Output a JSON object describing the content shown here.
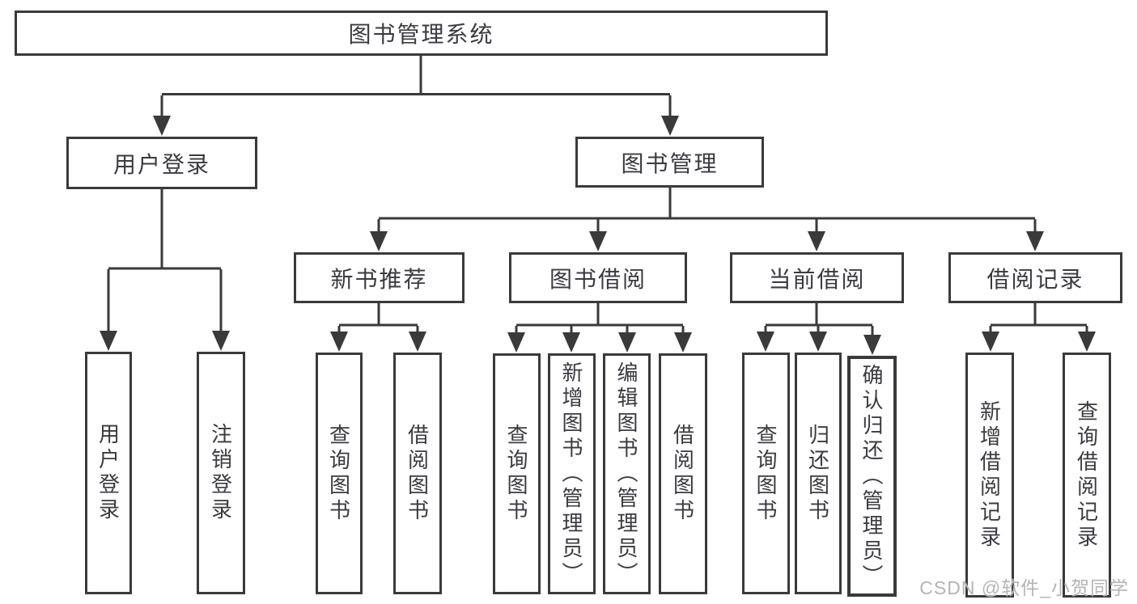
{
  "tree": {
    "root": {
      "label": "图书管理系统",
      "children": [
        {
          "label": "用户登录",
          "children": [
            {
              "label": "用户登录"
            },
            {
              "label": "注销登录"
            }
          ]
        },
        {
          "label": "图书管理",
          "children": [
            {
              "label": "新书推荐",
              "children": [
                {
                  "label": "查询图书"
                },
                {
                  "label": "借阅图书"
                }
              ]
            },
            {
              "label": "图书借阅",
              "children": [
                {
                  "label": "查询图书"
                },
                {
                  "label": "新增图书（管理员）"
                },
                {
                  "label": "编辑图书（管理员）"
                },
                {
                  "label": "借阅图书"
                }
              ]
            },
            {
              "label": "当前借阅",
              "children": [
                {
                  "label": "查询图书"
                },
                {
                  "label": "归还图书"
                },
                {
                  "label": "确认归还（管理员）"
                }
              ]
            },
            {
              "label": "借阅记录",
              "children": [
                {
                  "label": "新增借阅记录"
                },
                {
                  "label": "查询借阅记录"
                }
              ]
            }
          ]
        }
      ]
    }
  },
  "watermark": {
    "text": "CSDN @软件_小贺同学"
  },
  "colors": {
    "line": "#3a3a3a",
    "text": "#3a3a40",
    "watermark": "#b4b4b4",
    "background": "#ffffff"
  }
}
